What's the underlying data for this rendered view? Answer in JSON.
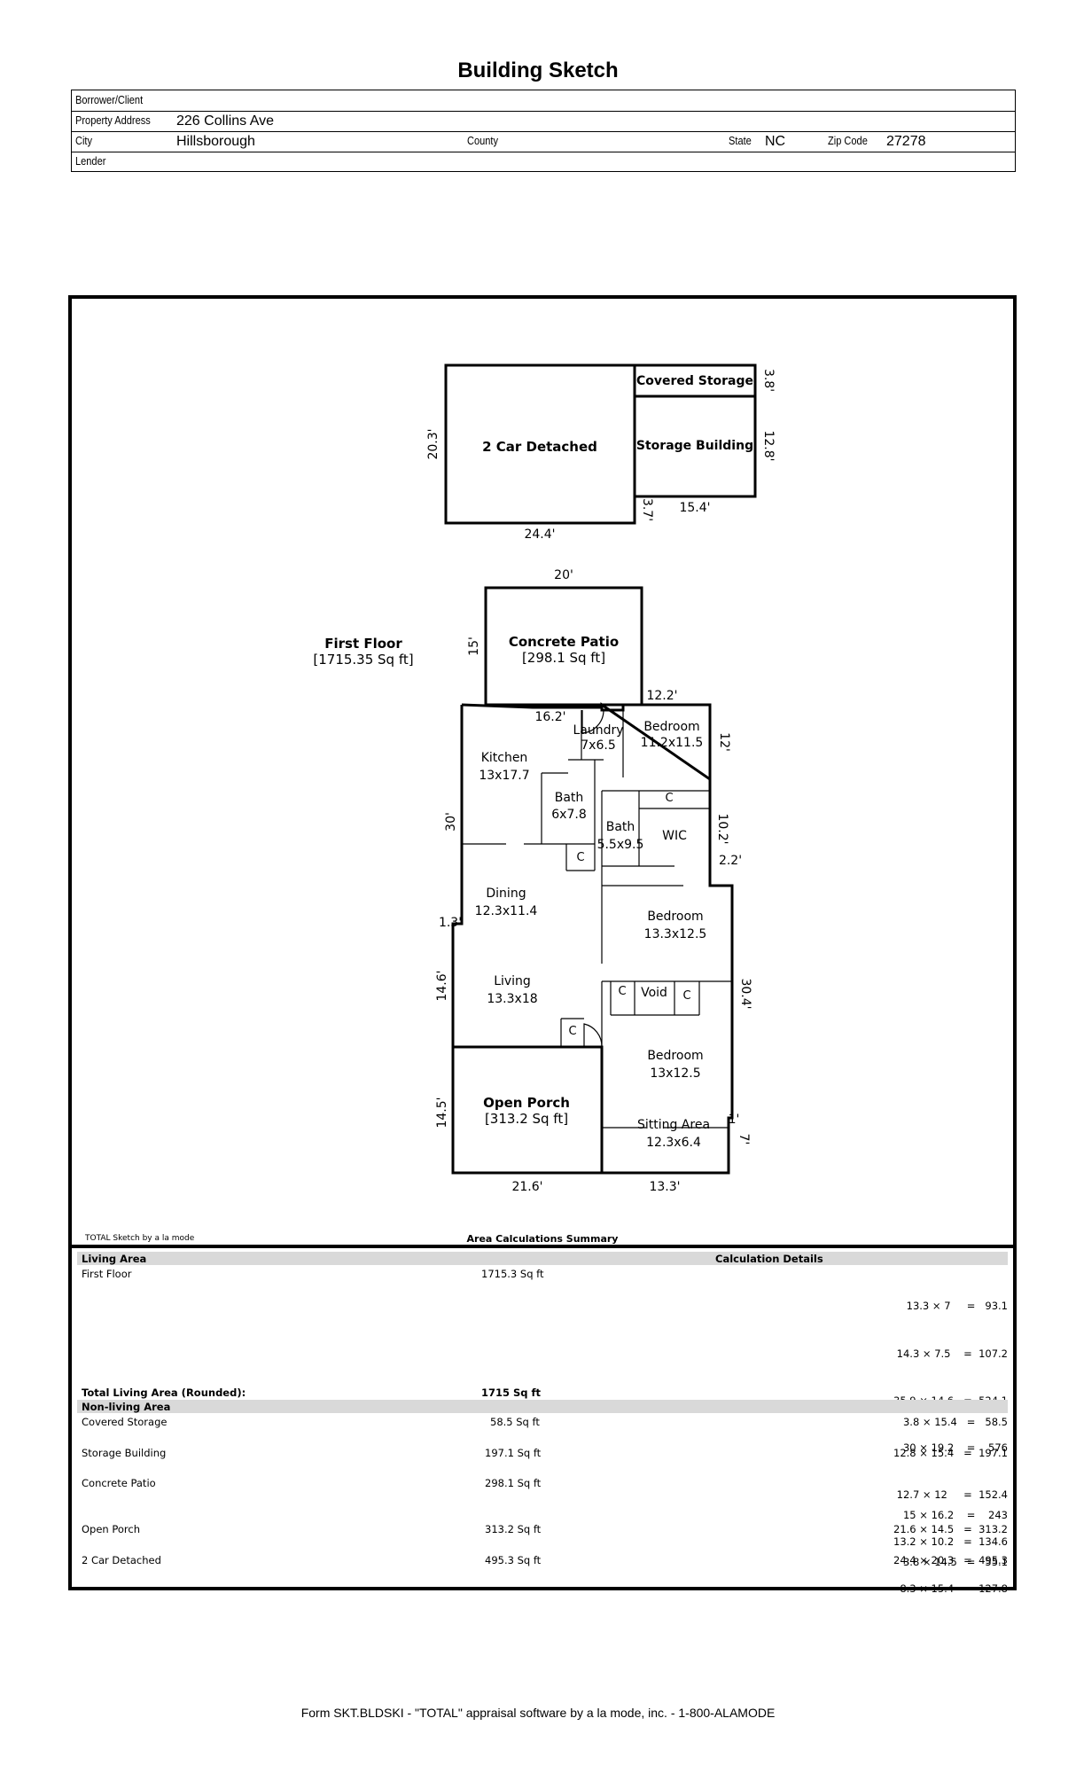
{
  "title": "Building Sketch",
  "header": {
    "borrower_label": "Borrower/Client",
    "borrower_value": "",
    "address_label": "Property Address",
    "address_value": "226 Collins Ave",
    "city_label": "City",
    "city_value": "Hillsborough",
    "county_label": "County",
    "county_value": "",
    "state_label": "State",
    "state_value": "NC",
    "zip_label": "Zip Code",
    "zip_value": "27278",
    "lender_label": "Lender",
    "lender_value": ""
  },
  "sketch": {
    "floor_label": "First Floor",
    "floor_area": "[1715.35 Sq ft]",
    "garage": "2 Car Detached",
    "covered_storage": "Covered Storage",
    "storage_building": "Storage Building",
    "concrete_patio": "Concrete Patio",
    "concrete_patio_area": "[298.1 Sq ft]",
    "open_porch": "Open Porch",
    "open_porch_area": "[313.2 Sq ft]",
    "rooms": {
      "laundry": "Laundry",
      "laundry_dim": "7x6.5",
      "bedroom1": "Bedroom",
      "bedroom1_dim": "11.2x11.5",
      "kitchen": "Kitchen",
      "kitchen_dim": "13x17.7",
      "bath1": "Bath",
      "bath1_dim": "6x7.8",
      "bath2": "Bath",
      "bath2_dim": "5.5x9.5",
      "wic": "WIC",
      "dining": "Dining",
      "dining_dim": "12.3x11.4",
      "bedroom2": "Bedroom",
      "bedroom2_dim": "13.3x12.5",
      "living": "Living",
      "living_dim": "13.3x18",
      "void": "Void",
      "bedroom3": "Bedroom",
      "bedroom3_dim": "13x12.5",
      "sitting": "Sitting Area",
      "sitting_dim": "12.3x6.4",
      "closet": "C"
    },
    "dims": {
      "garage_h": "20.3'",
      "garage_w": "24.4'",
      "cs_h": "3.8'",
      "sb_h": "12.8'",
      "sb_w": "15.4'",
      "sb_small": "3.7'",
      "patio_w": "20'",
      "patio_h": "15'",
      "d_12_2": "12.2'",
      "d_16_2": "16.2'",
      "d_12": "12'",
      "d_30": "30'",
      "d_10_2": "10.2'",
      "d_2_2": "2.2'",
      "d_1_3": "1.3'",
      "d_14_6": "14.6'",
      "d_30_4": "30.4'",
      "d_14_5": "14.5'",
      "d_1": "1'",
      "d_7": "7'",
      "d_21_6": "21.6'",
      "d_13_3": "13.3'"
    },
    "software_note": "TOTAL Sketch by a la mode",
    "summary_title": "Area Calculations Summary"
  },
  "summary": {
    "living_header": "Living Area",
    "calc_header": "Calculation Details",
    "first_floor_label": "First Floor",
    "first_floor_area": "1715.3 Sq ft",
    "first_floor_calcs": [
      "13.3 × 7     =   93.1",
      "14.3 × 7.5    =  107.2",
      "35.9 × 14.6   =  524.1",
      "30 × 19.2    =    576",
      "12.7 × 12     =  152.4",
      "13.2 × 10.2   =  134.6",
      "8.3 × 15.4   =  127.8"
    ],
    "total_label": "Total Living Area (Rounded):",
    "total_value": "1715 Sq ft",
    "nonliving_header": "Non-living Area",
    "items": [
      {
        "label": "Covered Storage",
        "area": "58.5 Sq ft",
        "calcs": [
          "3.8 × 15.4   =   58.5"
        ]
      },
      {
        "label": "Storage Building",
        "area": "197.1 Sq ft",
        "calcs": [
          "12.8 × 15.4   =  197.1"
        ]
      },
      {
        "label": "Concrete Patio",
        "area": "298.1 Sq ft",
        "calcs": [
          "15 × 16.2    =    243",
          "3.8 × 14.5   =   55.1"
        ]
      },
      {
        "label": "Open Porch",
        "area": "313.2 Sq ft",
        "calcs": [
          "21.6 × 14.5   =  313.2"
        ]
      },
      {
        "label": "2 Car Detached",
        "area": "495.3 Sq ft",
        "calcs": [
          "24.4 × 20.3   =  495.3"
        ]
      }
    ]
  },
  "footer": "Form SKT.BLDSKI - \"TOTAL\" appraisal software by a la mode, inc. - 1-800-ALAMODE"
}
